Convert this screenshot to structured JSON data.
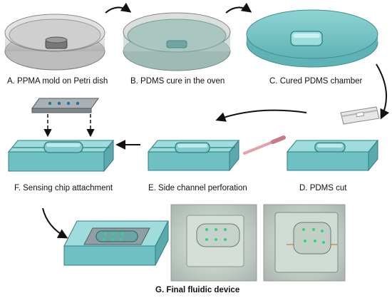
{
  "steps": {
    "a": "A. PPMA mold on Petri dish",
    "b": "B. PDMS cure in the oven",
    "c": "C. Cured PDMS chamber",
    "d": "D. PDMS cut",
    "e": "E. Side channel perforation",
    "f": "F. Sensing chip attachment",
    "g": "G. Final fluidic device"
  },
  "colors": {
    "pdms": "#7cc8c8",
    "pdms_dark": "#4aa3a6",
    "dish": "#d9d9d9",
    "chip": "#8f9aa0",
    "arrow": "#111111",
    "needle": "#e8a0a8"
  }
}
